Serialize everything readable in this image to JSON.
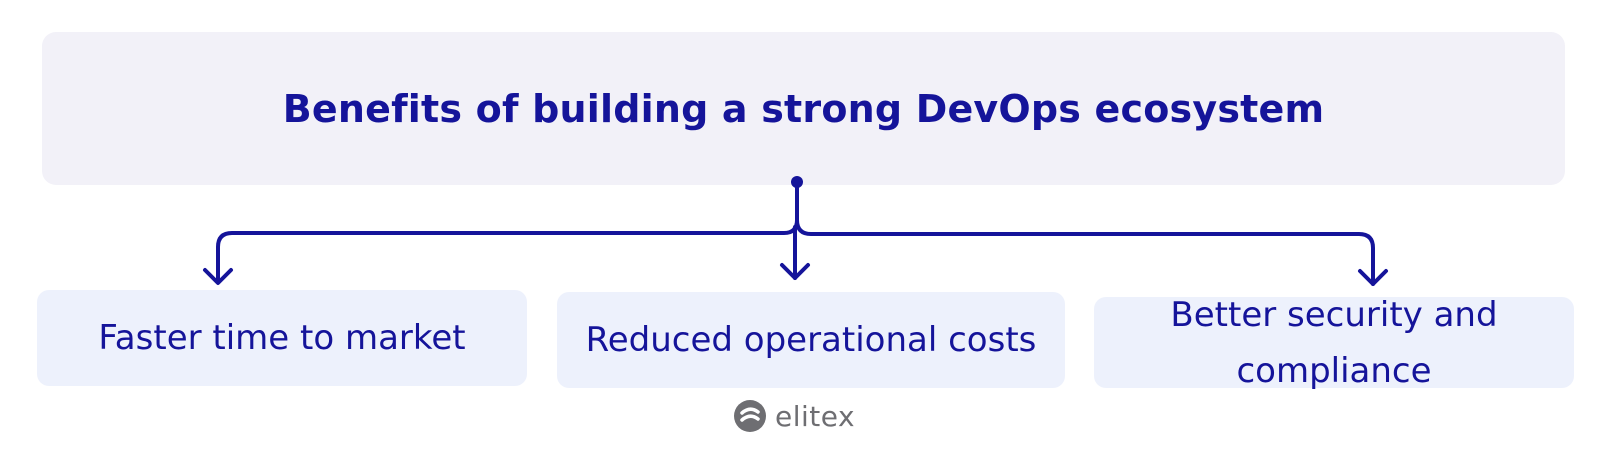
{
  "title": "Benefits of building a strong DevOps ecosystem",
  "benefits": [
    {
      "label": "Faster time to market"
    },
    {
      "label": "Reduced operational costs"
    },
    {
      "label": "Better security and compliance"
    }
  ],
  "logo": {
    "text": "elitex",
    "icon": "elitex-logo-icon"
  },
  "colors": {
    "primary": "#15149a",
    "title_bg": "#f2f1f8",
    "box_bg": "#edf1fc",
    "logo_gray": "#6e6e72"
  }
}
